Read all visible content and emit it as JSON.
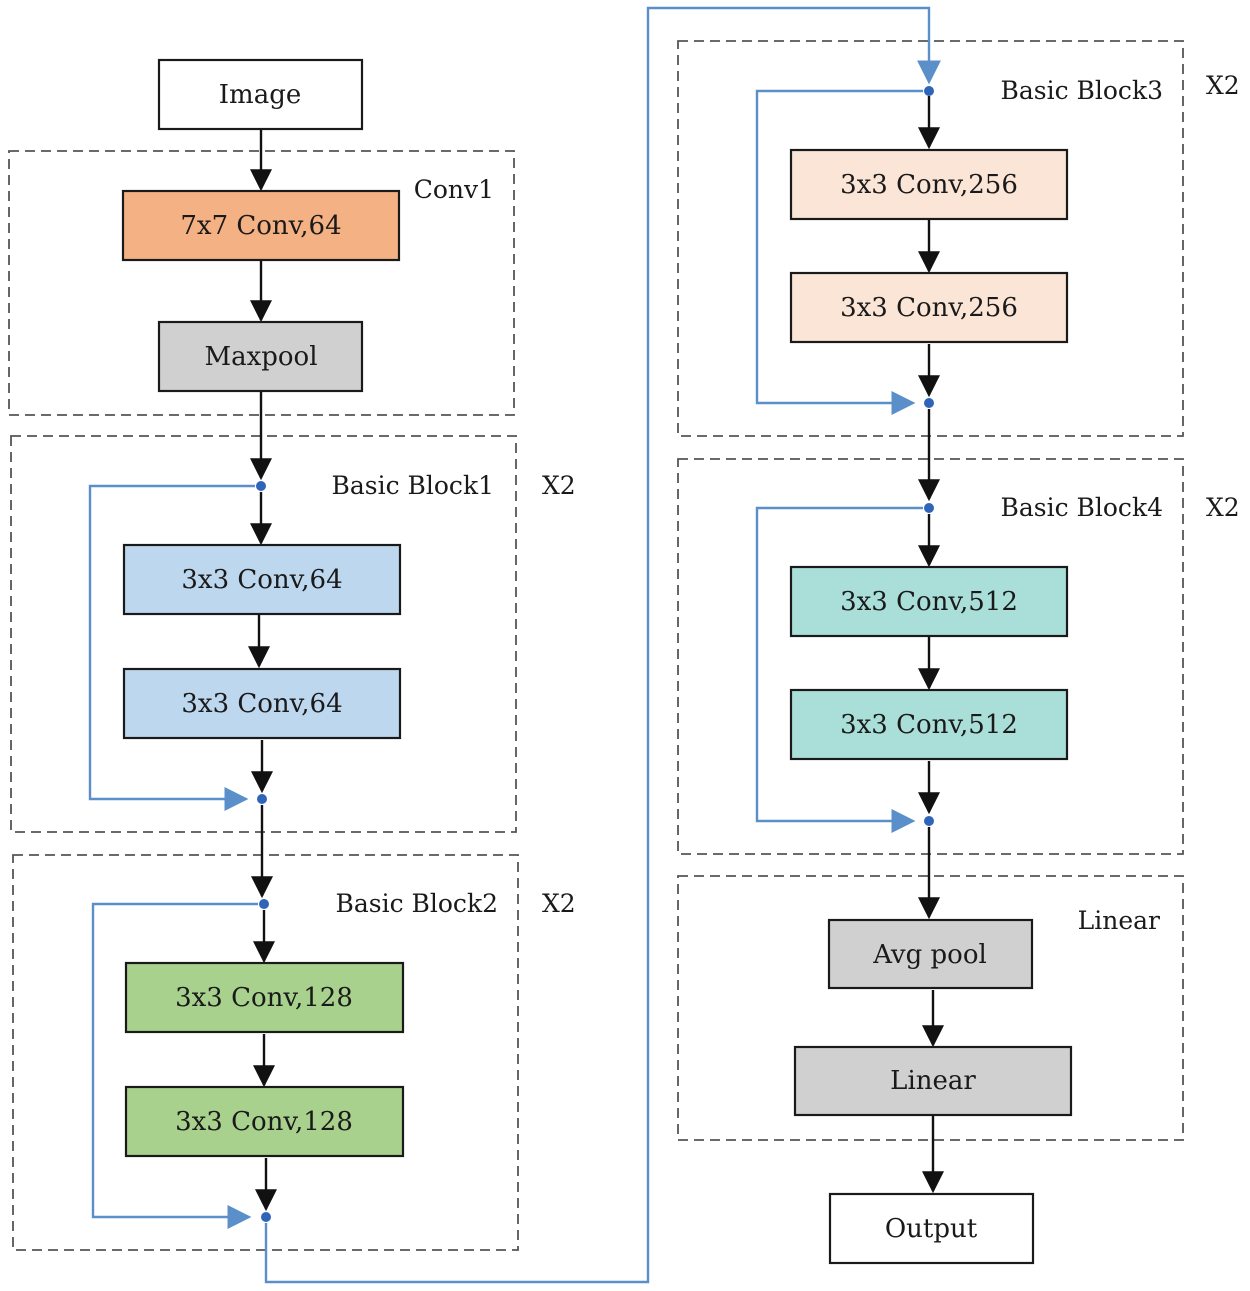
{
  "colors": {
    "conv1": "#f4b183",
    "block1": "#bdd7ee",
    "block2": "#a9d18e",
    "block3": "#fbe5d6",
    "block4": "#a9dfd8",
    "pool": "#d0d0d0",
    "io": "#ffffff",
    "skip": "#5b8fc9"
  },
  "nodes": {
    "image": "Image",
    "conv7": "7x7 Conv,64",
    "maxpool": "Maxpool",
    "b1_conv_a": "3x3 Conv,64",
    "b1_conv_b": "3x3 Conv,64",
    "b2_conv_a": "3x3 Conv,128",
    "b2_conv_b": "3x3 Conv,128",
    "b3_conv_a": "3x3 Conv,256",
    "b3_conv_b": "3x3 Conv,256",
    "b4_conv_a": "3x3 Conv,512",
    "b4_conv_b": "3x3 Conv,512",
    "avgpool": "Avg pool",
    "linear": "Linear",
    "output": "Output"
  },
  "groups": {
    "conv1": "Conv1",
    "block1": "Basic Block1",
    "block1_repeat": "X2",
    "block2": "Basic Block2",
    "block2_repeat": "X2",
    "block3": "Basic Block3",
    "block3_repeat": "X2",
    "block4": "Basic Block4",
    "block4_repeat": "X2",
    "linear": "Linear"
  }
}
